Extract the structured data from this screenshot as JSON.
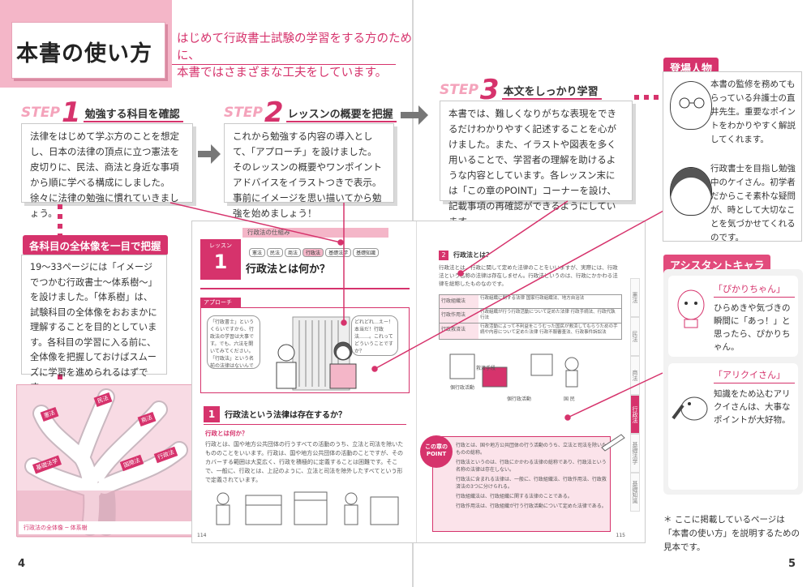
{
  "header": {
    "title": "本書の使い方",
    "intro_line1": "はじめて行政書士試験の学習をする方のために、",
    "intro_line2": "本書ではさまざまな工夫をしています。"
  },
  "steps": [
    {
      "word": "STEP",
      "num": "1",
      "title": "勉強する科目を確認",
      "body": "法律をはじめて学ぶ方のことを想定し、日本の法律の頂点に立つ憲法を皮切りに、民法、商法と身近な事項から順に学べる構成にしました。徐々に法律の勉強に慣れていきましょう。"
    },
    {
      "word": "STEP",
      "num": "2",
      "title": "レッスンの概要を把握",
      "body": "これから勉強する内容の導入として、「アプローチ」を設けました。そのレッスンの概要やワンポイントアドバイスをイラストつきで表示。事前にイメージを思い描いてから勉強を始めましょう！"
    },
    {
      "word": "STEP",
      "num": "3",
      "title": "本文をしっかり学習",
      "body": "本書では、難しくなりがちな表現をできるだけわかりやすく記述することを心がけました。また、イラストや図表を多く用いることで、学習者の理解を助けるような内容としています。各レッスン末には「この章のPOINT」コーナーを設け、記載事項の再確認ができるようにしています。"
    }
  ],
  "overview": {
    "heading": "各科目の全体像を一目で把握",
    "body": "19〜33ページには「イメージでつかむ行政書士〜体系樹〜」を設けました。「体系樹」は、試験科目の全体像をおおまかに理解することを目的としています。各科目の学習に入る前に、全体像を把握しておけばスムーズに学習を進められるはずです。"
  },
  "characters": {
    "heading": "登場人物",
    "items": [
      {
        "text": "本書の監修を務めてもらっている弁護士の直井先生。重要なポイントをわかりやすく解説してくれます。"
      },
      {
        "text": "行政書士を目指し勉強中のケイさん。初学者だからこそ素朴な疑問が、時として大切なことを気づかせてくれるのです。"
      }
    ]
  },
  "assistants": {
    "heading": "アシスタントキャラ",
    "items": [
      {
        "name": "「ぴかりちゃん」",
        "text": "ひらめきや気づきの瞬間に「あっ！」と思ったら、ぴかりちゃん。"
      },
      {
        "name": "「アリクイさん」",
        "text": "知識をため込むアリクイさんは、大事なポイントが大好物。"
      }
    ]
  },
  "sample": {
    "breadcrumb": "行政法の仕組み",
    "chips": [
      "憲法",
      "民法",
      "商法",
      "行政法",
      "基礎法学",
      "基礎知識"
    ],
    "lesson_label": "レッスン",
    "lesson_num": "1",
    "lesson_title": "行政法とは何か？",
    "approach_label": "アプローチ",
    "bubble_left": "「行政書士」というくらいですから、行政法の学習は大事です。でも、六法を開いてみてください。「行政法」という名前の法律はないんですよ",
    "bubble_right": "どれどれ…えー！本当だ！行政法……。これってどういうことですか？",
    "section_num": "1",
    "section_title": "行政法という法律は存在するか？",
    "sub_title": "行政とは何か？",
    "sub_body": "行政とは、国や地方公共団体の行うすべての活動のうち、立法と司法を除いたもののことをいいます。行政は、国や地方公共団体の活動のことですが、そのカバーする範囲は大変広く、行政を積極的に定義することは困難です。そこで、一般に、行政とは、上記のように、立法と司法を除外したすべてという形で定義されています。",
    "page_left": "114",
    "right_sub_num": "2",
    "right_sub_title": "行政法とは？",
    "right_body": "行政法とは、行政に関して定めた法律のことをいいますが、実際には、行政法という名称の法律は存在しません。行政法というのは、行政にかかわる法律を総称したものなのです。",
    "table_rows": [
      [
        "行政組織法",
        "行政組織に関する法律",
        "国家行政組織法、地方自治法"
      ],
      [
        "行政作用法",
        "行政組織が行う行政活動について定めた法律",
        "行政手続法、行政代執行法"
      ],
      [
        "行政救済法",
        "行政活動によって不利益をこうむった国民が救済してもらうための手続や内容について定めた法律",
        "行政不服審査法、行政事件訴訟法"
      ]
    ],
    "diagram_labels": [
      "個行政活動",
      "個行政活動",
      "国 民",
      "救済手段"
    ],
    "point_tag": "この章のPOINT",
    "points": [
      "行政とは、国や地方公共団体の行う活動のうち、立法と司法を除いたものの総称。",
      "行政法というのは、行政にかかわる法律の総称であり、行政法という名称の法律は存在しない。",
      "行政法に含まれる法律は、一般に、行政組織法、行政作用法、行政救済法の3つに分けられる。",
      "行政組織法は、行政組織に関する法律のことである。",
      "行政作用法は、行政組織が行う行政活動について定めた法律である。"
    ],
    "sidenav": [
      "憲法",
      "民法",
      "商法",
      "行政法",
      "基礎法学",
      "基礎知識"
    ],
    "page_right": "115"
  },
  "tree_labels": [
    "憲法",
    "民法",
    "商法",
    "行政法",
    "基礎法学",
    "国際法"
  ],
  "tree_note": "行政法の全体像 ─ 体系樹",
  "footnote": "＊ ここに掲載しているページは「本書の使い方」を説明するための見本です。",
  "page_numbers": {
    "left": "4",
    "right": "5"
  }
}
